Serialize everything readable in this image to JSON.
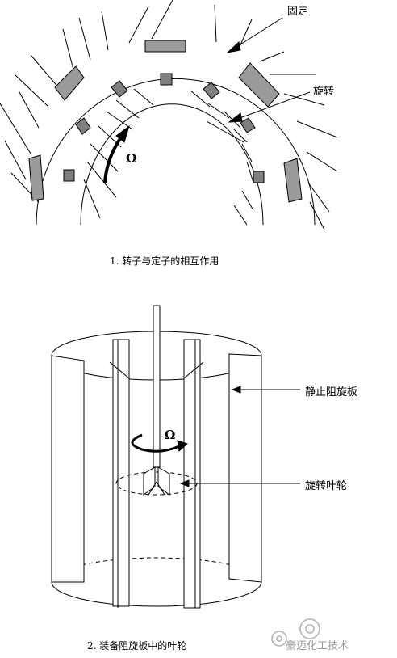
{
  "figure1": {
    "label_fixed": "固定",
    "label_rotate": "旋转",
    "omega": "Ω",
    "caption": "1. 转子与定子的相互作用"
  },
  "figure2": {
    "label_baffle": "静止阻旋板",
    "label_impeller": "旋转叶轮",
    "omega": "Ω",
    "caption": "2. 装备阻旋板中的叶轮"
  },
  "watermark": {
    "text": "豪迈化工技术"
  },
  "colors": {
    "stator_block": "#9a9a9a",
    "rotor_block": "#7f7f7f",
    "line": "#000000"
  }
}
